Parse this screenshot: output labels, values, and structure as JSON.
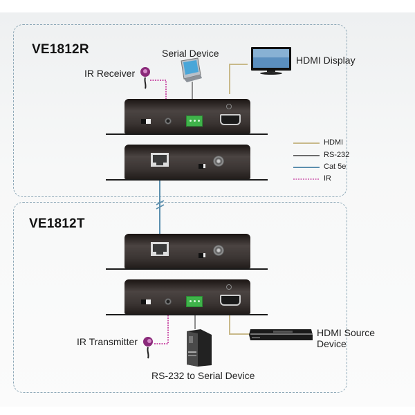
{
  "colors": {
    "hdmi": "#c8b98a",
    "rs232": "#6b6b6b",
    "cat5e": "#5b8fae",
    "ir": "#cc55aa",
    "panel_border": "#8fa9b8"
  },
  "receiver": {
    "title": "VE1812R",
    "labels": {
      "serial_device": "Serial Device",
      "ir_receiver": "IR Receiver",
      "hdmi_display": "HDMI Display"
    }
  },
  "transmitter": {
    "title": "VE1812T",
    "labels": {
      "ir_transmitter": "IR Transmitter",
      "rs232_serial": "RS-232 to Serial Device",
      "hdmi_source_line1": "HDMI Source",
      "hdmi_source_line2": "Device"
    }
  },
  "legend": [
    {
      "label": "HDMI",
      "type": "hdmi"
    },
    {
      "label": "RS-232",
      "type": "rs232"
    },
    {
      "label": "Cat 5e",
      "type": "cat5e"
    },
    {
      "label": "IR",
      "type": "ir"
    }
  ]
}
